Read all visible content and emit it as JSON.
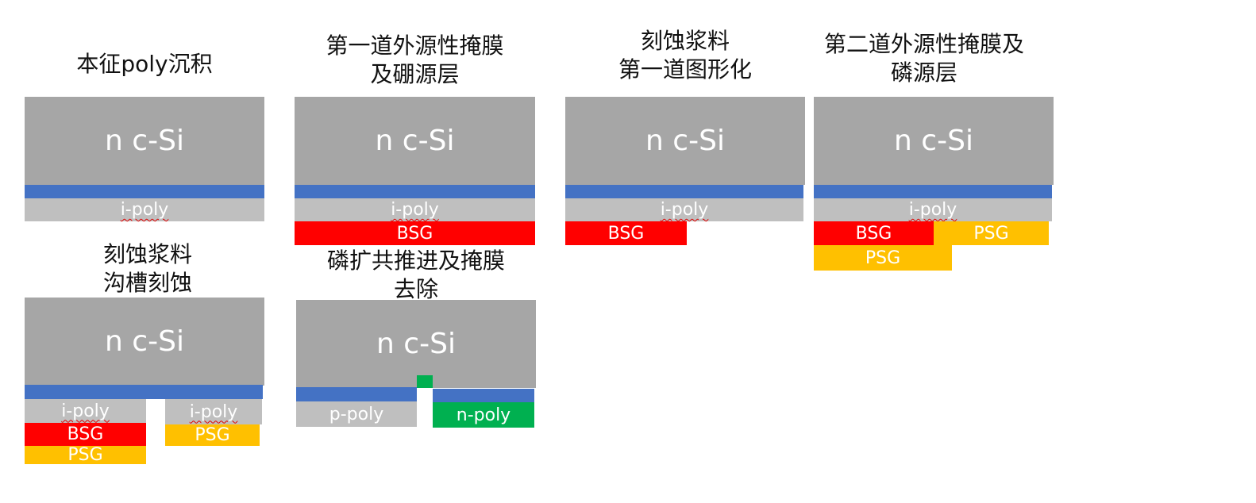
{
  "colors": {
    "silicon": "#a6a6a6",
    "tunnel_oxide": "#4472c4",
    "intrinsic_poly": "#bfbfbf",
    "bsg": "#ff0000",
    "psg": "#ffc000",
    "n_poly": "#00b050"
  },
  "steps": [
    {
      "title_lines": [
        "本征poly沉积"
      ],
      "si": "n c-Si",
      "poly": "i-poly"
    },
    {
      "title_lines": [
        "第一道外源性掩膜",
        "及硼源层"
      ],
      "si": "n c-Si",
      "poly": "i-poly",
      "bsg": "BSG"
    },
    {
      "title_lines": [
        "刻蚀浆料",
        "第一道图形化"
      ],
      "si": "n c-Si",
      "poly": "i-poly",
      "bsg": "BSG"
    },
    {
      "title_lines": [
        "第二道外源性掩膜及",
        "磷源层"
      ],
      "si": "n c-Si",
      "poly": "i-poly",
      "bsg": "BSG",
      "psg_top": "PSG",
      "psg_bottom": "PSG"
    },
    {
      "title_lines": [
        "刻蚀浆料",
        "沟槽刻蚀"
      ],
      "si": "n c-Si",
      "poly_left": "i-poly",
      "bsg": "BSG",
      "psg_left": "PSG",
      "poly_right": "i-poly",
      "psg_right": "PSG"
    },
    {
      "title_lines": [
        "磷扩共推进及掩膜",
        "去除"
      ],
      "si": "n c-Si",
      "p_poly": "p-poly",
      "n_poly": "n-poly"
    }
  ]
}
